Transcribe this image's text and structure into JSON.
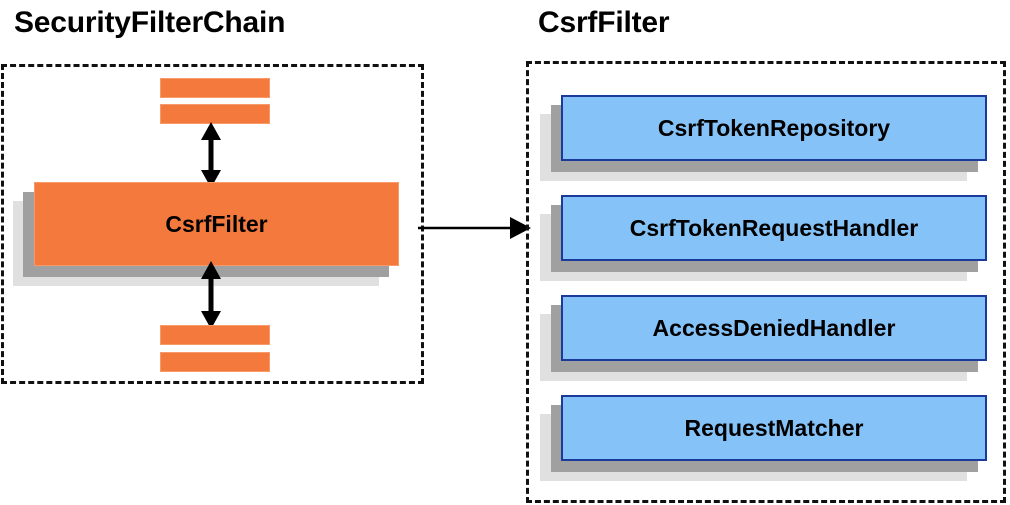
{
  "diagram": {
    "title_left": "SecurityFilterChain",
    "title_right": "CsrfFilter",
    "colors": {
      "orange_fill": "#f4793c",
      "orange_border": "#f79a6a",
      "blue_fill": "#85c2f7",
      "blue_border": "#1a3a9c",
      "shadow_near": "#a0a0a0",
      "shadow_far": "#e0e0e0",
      "dashed_border": "#111111",
      "text": "#000000",
      "background": "#ffffff"
    }
  },
  "chain_panel": {
    "title": "SecurityFilterChain",
    "highlighted_filter": "CsrfFilter",
    "filters_above_count": 2,
    "filters_below_count": 2,
    "arrow_up_label": "bidirectional-flow",
    "arrow_down_label": "bidirectional-flow"
  },
  "filter_panel": {
    "title": "CsrfFilter",
    "collaborators": [
      {
        "label": "CsrfTokenRepository"
      },
      {
        "label": "CsrfTokenRequestHandler"
      },
      {
        "label": "AccessDeniedHandler"
      },
      {
        "label": "RequestMatcher"
      }
    ]
  },
  "connector": {
    "label": "zoom-in-arrow",
    "direction": "left-to-right"
  }
}
